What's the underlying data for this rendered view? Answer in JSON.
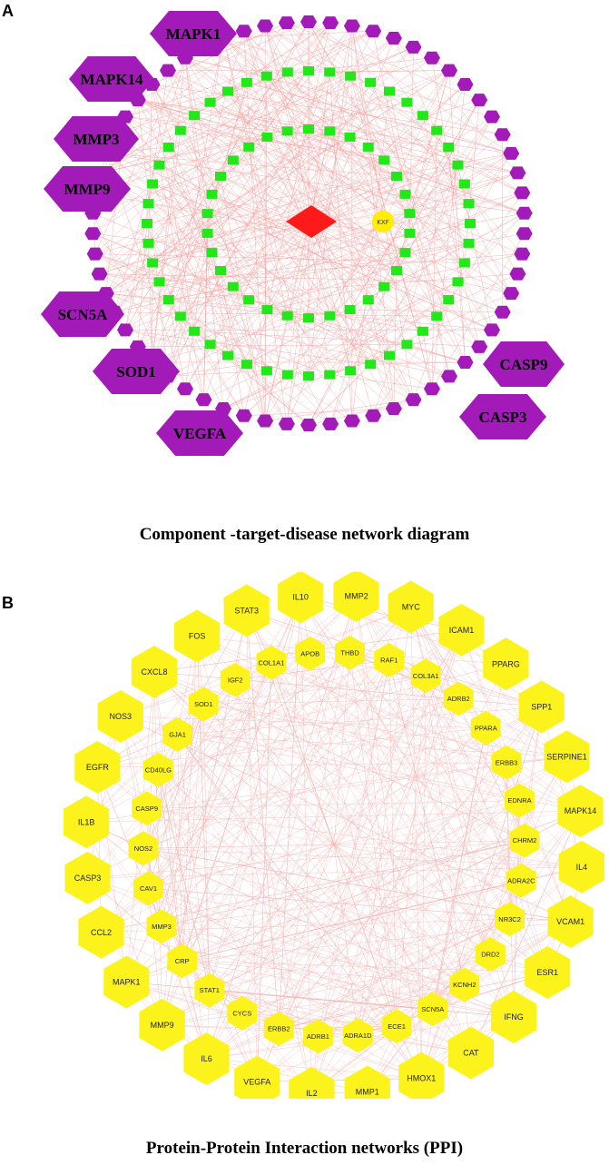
{
  "panel_a": {
    "letter": "A",
    "caption": "Component -target-disease network diagram",
    "center_diamond_color": "#ff1a1a",
    "center_circle": {
      "label": "KXF",
      "color": "#ffee00"
    },
    "node_color_target": "#a21ab8",
    "node_color_compound": "#22e81a",
    "edge_color": "#f2a0a0",
    "highlighted_targets": [
      "MAPK1",
      "MAPK14",
      "MMP3",
      "MMP9",
      "SCN5A",
      "SOD1",
      "VEGFA",
      "CASP9",
      "CASP3"
    ]
  },
  "panel_b": {
    "letter": "B",
    "caption": "Protein-Protein Interaction networks (PPI)",
    "node_color": "#fcf31c",
    "edge_color": "#f4b4b4",
    "outer_nodes": [
      "MMP2",
      "MYC",
      "ICAM1",
      "PPARG",
      "SPP1",
      "SERPINE1",
      "MAPK14",
      "IL4",
      "VCAM1",
      "ESR1",
      "IFNG",
      "CAT",
      "HMOX1",
      "MMP1",
      "IL2",
      "VEGFA",
      "IL6",
      "MMP9",
      "MAPK1",
      "CCL2",
      "CASP3",
      "IL1B",
      "EGFR",
      "NOS3",
      "CXCL8",
      "FOS",
      "STAT3",
      "IL10"
    ],
    "inner_nodes": [
      "THBD",
      "RAF1",
      "COL3A1",
      "ADRB2",
      "PPARA",
      "ERBB3",
      "EDNRA",
      "CHRM2",
      "ADRA2C",
      "NR3C2",
      "DRD2",
      "KCNH2",
      "SCN5A",
      "ECE1",
      "ADRA1D",
      "ADRB1",
      "ERBB2",
      "CYCS",
      "STAT1",
      "CRP",
      "MMP3",
      "CAV1",
      "NOS2",
      "CASP9",
      "CD40LG",
      "GJA1",
      "SOD1",
      "IGF2",
      "COL1A1",
      "APOB"
    ]
  }
}
